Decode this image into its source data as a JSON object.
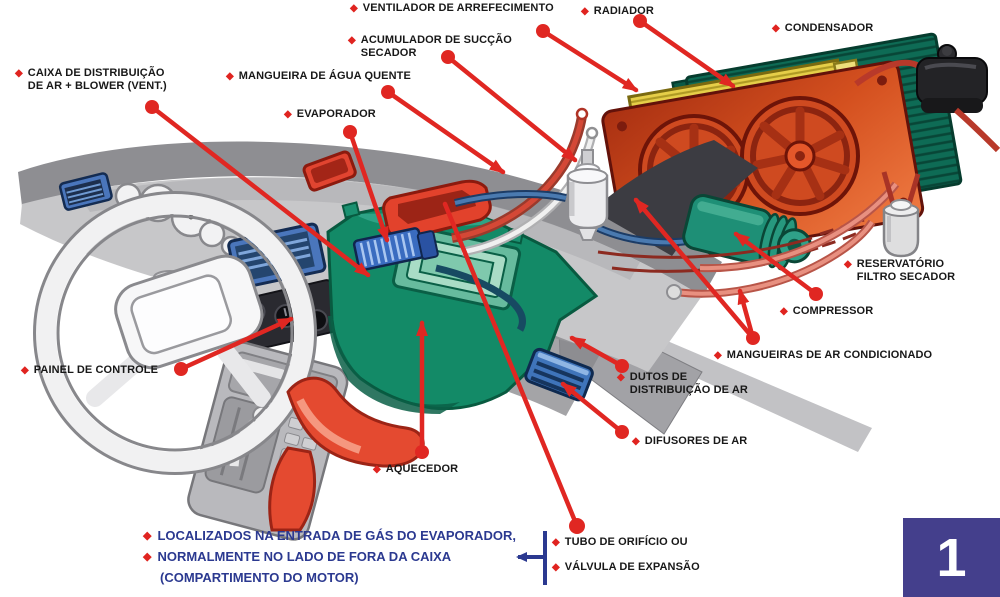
{
  "page": {
    "number": "1"
  },
  "icons": {
    "diamond": "◆"
  },
  "colors": {
    "arrow_red": "#e02722",
    "bullet_red": "#e02420",
    "label_text": "#181818",
    "note_blue": "#2b3990",
    "page_box_bg": "#443f8c",
    "box_teal": "#138a67",
    "condenser_green": "#0e6b55",
    "radiator_yellow": "#e6ce48",
    "fan_shroud_orange": "#d4501f",
    "vent_blue": "#4a76bc"
  },
  "labels": {
    "ventilador_arrefecimento": "VENTILADOR DE ARREFECIMENTO",
    "radiador": "RADIADOR",
    "acumulador_succao": "ACUMULADOR DE SUCÇÃO\nSECADOR",
    "condensador": "CONDENSADOR",
    "caixa_distribuicao": "CAIXA DE DISTRIBUIÇÃO\nDE AR + BLOWER (VENT.)",
    "mangueira_agua_quente": "MANGUEIRA DE ÁGUA QUENTE",
    "evaporador": "EVAPORADOR",
    "reservatorio_filtro": "RESERVATÓRIO\nFILTRO SECADOR",
    "compressor": "COMPRESSOR",
    "mangueiras_ar_condicionado": "MANGUEIRAS DE AR CONDICIONADO",
    "dutos_distribuicao": "DUTOS DE\nDISTRIBUIÇÃO DE AR",
    "difusores_de_ar": "DIFUSORES DE AR",
    "painel_de_controle": "PAINEL DE CONTROLE",
    "aquecedor": "AQUECEDOR",
    "tubo_orificio": "TUBO DE ORIFÍCIO OU",
    "valvula_expansao": "VÁLVULA DE EXPANSÃO"
  },
  "note": {
    "line1": "LOCALIZADOS NA ENTRADA DE GÁS DO EVAPORADOR,",
    "line2": "NORMALMENTE NO LADO DE FORA DA CAIXA",
    "line3": "(COMPARTIMENTO DO MOTOR)"
  }
}
